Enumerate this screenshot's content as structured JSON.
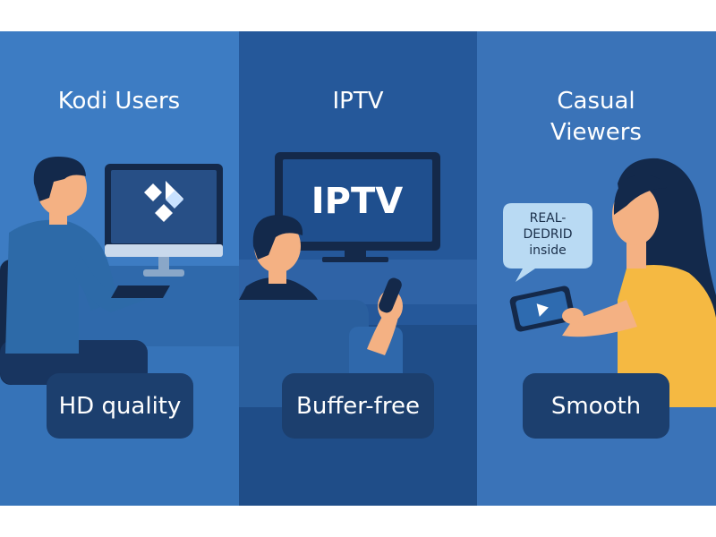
{
  "panels": [
    {
      "title_lines": [
        "Kodi Users"
      ],
      "pill_label": "HD quality"
    },
    {
      "title_lines": [
        "IPTV"
      ],
      "pill_label": "Buffer-free",
      "tv_text": "IPTV"
    },
    {
      "title_lines": [
        "Casual",
        "Viewers"
      ],
      "pill_label": "Smooth",
      "speech_bubble_lines": [
        "REAL-",
        "DEDRID",
        "inside"
      ]
    }
  ],
  "colors": {
    "panel_left": "#3d7cc3",
    "panel_middle": "#25589a",
    "panel_right": "#3a73b8",
    "pill": "#1c3f6e",
    "skin": "#f4b183",
    "hair": "#13294b",
    "shirt_blue": "#2d6aa8",
    "shirt_yellow": "#f5b942",
    "bubble": "#b9daf3"
  },
  "icons": {
    "kodi_logo": "kodi-logo-icon",
    "play": "play-icon"
  }
}
